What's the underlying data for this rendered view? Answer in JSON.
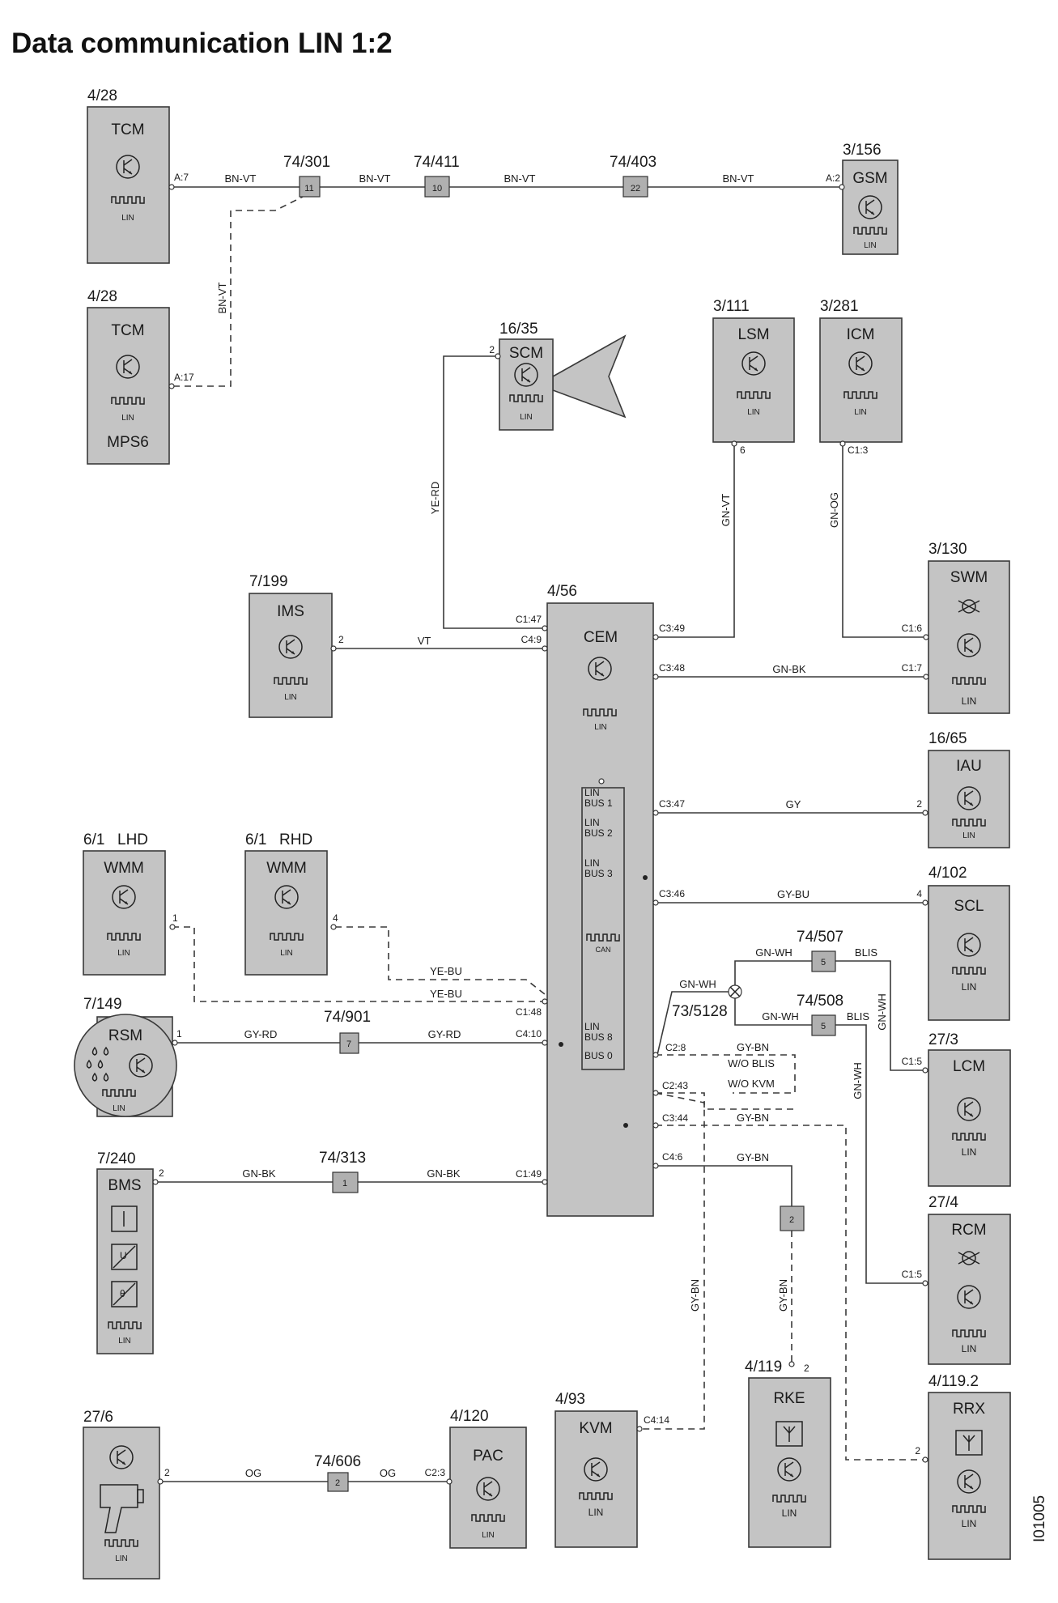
{
  "title": "Data communication LIN 1:2",
  "figure_id": "I01005",
  "components": {
    "tcm1": {
      "ref": "4/28",
      "name": "TCM",
      "sub": "LIN",
      "pin": "A:7"
    },
    "tcm2": {
      "ref": "4/28",
      "name": "TCM",
      "sub": "LIN",
      "extra": "MPS6",
      "pin": "A:17"
    },
    "gsm": {
      "ref": "3/156",
      "name": "GSM",
      "sub": "LIN",
      "pin": "A:2"
    },
    "scm": {
      "ref": "16/35",
      "name": "SCM",
      "sub": "LIN",
      "pin": "2"
    },
    "lsm": {
      "ref": "3/111",
      "name": "LSM",
      "sub": "LIN",
      "pin": "6"
    },
    "icm": {
      "ref": "3/281",
      "name": "ICM",
      "sub": "LIN",
      "pin": "C1:3"
    },
    "swm": {
      "ref": "3/130",
      "name": "SWM",
      "sub": "LIN",
      "pin1": "C1:6",
      "pin2": "C1:7"
    },
    "ims": {
      "ref": "7/199",
      "name": "IMS",
      "sub": "LIN",
      "pin": "2"
    },
    "cem": {
      "ref": "4/56",
      "name": "CEM",
      "sub": "LIN",
      "bus1a": "LIN",
      "bus1b": "BUS 1",
      "bus2a": "LIN",
      "bus2b": "BUS 2",
      "bus3a": "LIN",
      "bus3b": "BUS 3",
      "can": "CAN",
      "bus8a": "LIN",
      "bus8b": "BUS 8",
      "bus0": "BUS 0",
      "pins": {
        "c147": "C1:47",
        "c49": "C4:9",
        "c349": "C3:49",
        "c348": "C3:48",
        "c347": "C3:47",
        "c346": "C3:46",
        "c148": "C1:48",
        "c410": "C4:10",
        "c28": "C2:8",
        "c243": "C2:43",
        "c344": "C3:44",
        "c46": "C4:6",
        "c149": "C1:49"
      }
    },
    "iau": {
      "ref": "16/65",
      "name": "IAU",
      "sub": "LIN",
      "pin": "2"
    },
    "scl": {
      "ref": "4/102",
      "name": "SCL",
      "sub": "LIN",
      "pin": "4"
    },
    "wmm_lhd": {
      "ref": "6/1",
      "variant": "LHD",
      "name": "WMM",
      "sub": "LIN",
      "pin": "1"
    },
    "wmm_rhd": {
      "ref": "6/1",
      "variant": "RHD",
      "name": "WMM",
      "sub": "LIN",
      "pin": "4"
    },
    "rsm": {
      "ref": "7/149",
      "name": "RSM",
      "sub": "LIN",
      "pin": "1"
    },
    "lcm": {
      "ref": "27/3",
      "name": "LCM",
      "sub": "LIN",
      "pin": "C1:5"
    },
    "bms": {
      "ref": "7/240",
      "name": "BMS",
      "sub": "LIN",
      "pin": "2"
    },
    "rcm": {
      "ref": "27/4",
      "name": "RCM",
      "sub": "LIN",
      "pin": "C1:5"
    },
    "c276": {
      "ref": "27/6",
      "sub": "LIN",
      "pin": "2"
    },
    "pac": {
      "ref": "4/120",
      "name": "PAC",
      "sub": "LIN",
      "pin": "C2:3"
    },
    "kvm": {
      "ref": "4/93",
      "name": "KVM",
      "sub": "LIN",
      "pin": "C4:14"
    },
    "rke": {
      "ref": "4/119",
      "name": "RKE",
      "sub": "LIN",
      "pin": "2"
    },
    "rrx": {
      "ref": "4/119.2",
      "name": "RRX",
      "sub": "LIN",
      "pin": "2"
    }
  },
  "splices": {
    "s301": {
      "ref": "74/301",
      "num": "11"
    },
    "s411": {
      "ref": "74/411",
      "num": "10"
    },
    "s403": {
      "ref": "74/403",
      "num": "22"
    },
    "s901": {
      "ref": "74/901",
      "num": "7"
    },
    "s313": {
      "ref": "74/313",
      "num": "1"
    },
    "s606": {
      "ref": "74/606",
      "num": "2"
    },
    "s507": {
      "ref": "74/507",
      "num": "5"
    },
    "s508": {
      "ref": "74/508",
      "num": "5"
    },
    "s2": {
      "num": "2"
    },
    "ground": {
      "ref": "73/5128"
    }
  },
  "wires": {
    "bnvt1": "BN-VT",
    "bnvt2": "BN-VT",
    "bnvt3": "BN-VT",
    "bnvt4": "BN-VT",
    "bnvt_v": "BN-VT",
    "yerd": "YE-RD",
    "gnvt": "GN-VT",
    "gnog": "GN-OG",
    "vt": "VT",
    "gnbk_swm": "GN-BK",
    "gy": "GY",
    "gybu": "GY-BU",
    "yebu1": "YE-BU",
    "yebu2": "YE-BU",
    "gyrd1": "GY-RD",
    "gyrd2": "GY-RD",
    "gnbk1": "GN-BK",
    "gnbk2": "GN-BK",
    "gnwh1": "GN-WH",
    "gnwh2": "GN-WH",
    "gnwh3": "GN-WH",
    "gnwh_v": "GN-WH",
    "gnwh_v2": "GN-WH",
    "blis1": "BLIS",
    "blis2": "BLIS",
    "gybn1": "GY-BN",
    "gybn2": "GY-BN",
    "gybn3": "GY-BN",
    "gybn_v1": "GY-BN",
    "gybn_v2": "GY-BN",
    "wo_blis": "W/O BLIS",
    "wo_kvm": "W/O KVM",
    "og1": "OG",
    "og2": "OG"
  }
}
